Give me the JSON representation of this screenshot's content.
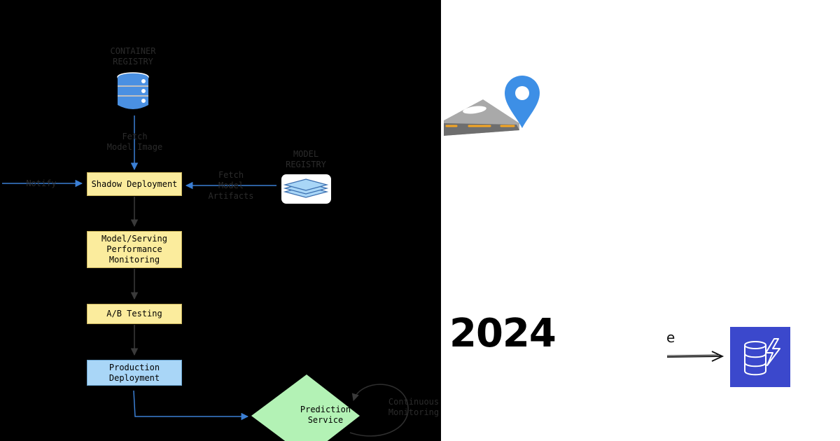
{
  "diagram": {
    "container_registry": {
      "label": "CONTAINER\nREGISTRY",
      "icon": "database-icon",
      "color": "#4a90e2"
    },
    "model_registry": {
      "label": "MODEL\nREGISTRY",
      "icon": "layers-icon"
    },
    "fetch_image_label": "Fetch\nModel Image",
    "fetch_artifacts_label": "Fetch\nModel\nArtifacts",
    "notify_label": "Notify",
    "steps": [
      {
        "label": "Shadow Deployment",
        "color": "#fbec9d"
      },
      {
        "label": "Model/Serving\nPerformance\nMonitoring",
        "color": "#fbec9d"
      },
      {
        "label": "A/B Testing",
        "color": "#fbec9d"
      },
      {
        "label": "Production\nDeployment",
        "color": "#a9d6f7"
      }
    ],
    "prediction_service": {
      "label": "Prediction\nService",
      "color": "#b3f2b5"
    },
    "continuous_monitoring_label": "Continuous\nMonitoring",
    "arrow_color": "#3b7fd4"
  },
  "right": {
    "map_icon": "location-pin-road-icon",
    "year": "2024",
    "arrow_label": "e",
    "dynamo_icon": "dynamodb-icon",
    "dynamo_color": "#3b48cc"
  }
}
